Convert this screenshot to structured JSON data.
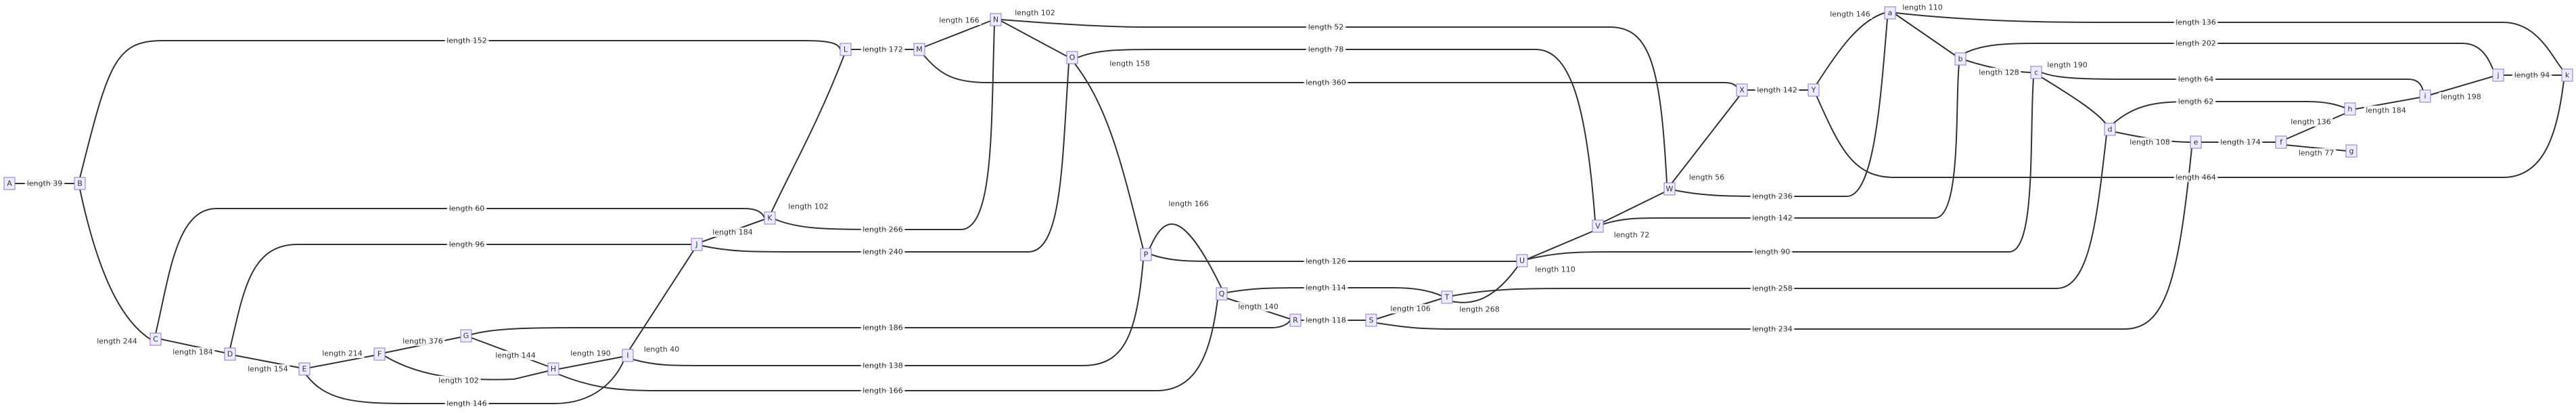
{
  "diagram": {
    "type": "graph",
    "nodes": [
      {
        "id": "A",
        "label": "A"
      },
      {
        "id": "B",
        "label": "B"
      },
      {
        "id": "C",
        "label": "C"
      },
      {
        "id": "D",
        "label": "D"
      },
      {
        "id": "E",
        "label": "E"
      },
      {
        "id": "F",
        "label": "F"
      },
      {
        "id": "G",
        "label": "G"
      },
      {
        "id": "H",
        "label": "H"
      },
      {
        "id": "I",
        "label": "I"
      },
      {
        "id": "J",
        "label": "J"
      },
      {
        "id": "K",
        "label": "K"
      },
      {
        "id": "L",
        "label": "L"
      },
      {
        "id": "M",
        "label": "M"
      },
      {
        "id": "N",
        "label": "N"
      },
      {
        "id": "O",
        "label": "O"
      },
      {
        "id": "P",
        "label": "P"
      },
      {
        "id": "Q",
        "label": "Q"
      },
      {
        "id": "R",
        "label": "R"
      },
      {
        "id": "S",
        "label": "S"
      },
      {
        "id": "T",
        "label": "T"
      },
      {
        "id": "U",
        "label": "U"
      },
      {
        "id": "V",
        "label": "V"
      },
      {
        "id": "W",
        "label": "W"
      },
      {
        "id": "X",
        "label": "X"
      },
      {
        "id": "Y",
        "label": "Y"
      },
      {
        "id": "a",
        "label": "a"
      },
      {
        "id": "b",
        "label": "b"
      },
      {
        "id": "c",
        "label": "c"
      },
      {
        "id": "d",
        "label": "d"
      },
      {
        "id": "e",
        "label": "e"
      },
      {
        "id": "f",
        "label": "f"
      },
      {
        "id": "g",
        "label": "g"
      },
      {
        "id": "h",
        "label": "h"
      },
      {
        "id": "i",
        "label": "i"
      },
      {
        "id": "j",
        "label": "j"
      },
      {
        "id": "k",
        "label": "k"
      }
    ],
    "edges": [
      {
        "from": "A",
        "to": "B",
        "label": "length 39"
      },
      {
        "from": "B",
        "to": "L",
        "label": "length 152"
      },
      {
        "from": "B",
        "to": "C",
        "label": "length 244"
      },
      {
        "from": "C",
        "to": "D",
        "label": "length 184"
      },
      {
        "from": "C",
        "to": "K",
        "label": "length 60"
      },
      {
        "from": "D",
        "to": "E",
        "label": "length 154"
      },
      {
        "from": "D",
        "to": "J",
        "label": "length 96"
      },
      {
        "from": "E",
        "to": "F",
        "label": "length 214"
      },
      {
        "from": "E",
        "to": "I",
        "label": "length 146"
      },
      {
        "from": "F",
        "to": "G",
        "label": "length 376"
      },
      {
        "from": "F",
        "to": "H",
        "label": "length 102"
      },
      {
        "from": "G",
        "to": "H",
        "label": "length 144"
      },
      {
        "from": "G",
        "to": "R",
        "label": "length 186"
      },
      {
        "from": "H",
        "to": "I",
        "label": "length 190"
      },
      {
        "from": "H",
        "to": "Q",
        "label": "length 166"
      },
      {
        "from": "I",
        "to": "J",
        "label": "length 40"
      },
      {
        "from": "I",
        "to": "P",
        "label": "length 138"
      },
      {
        "from": "J",
        "to": "K",
        "label": "length 184"
      },
      {
        "from": "J",
        "to": "O",
        "label": "length 240"
      },
      {
        "from": "K",
        "to": "L",
        "label": "length 102"
      },
      {
        "from": "K",
        "to": "N",
        "label": "length 266"
      },
      {
        "from": "L",
        "to": "M",
        "label": "length 172"
      },
      {
        "from": "M",
        "to": "N",
        "label": "length 166"
      },
      {
        "from": "M",
        "to": "X",
        "label": "length 360"
      },
      {
        "from": "N",
        "to": "O",
        "label": "length 102"
      },
      {
        "from": "N",
        "to": "W",
        "label": "length 52"
      },
      {
        "from": "O",
        "to": "P",
        "label": "length 158"
      },
      {
        "from": "O",
        "to": "V",
        "label": "length 78"
      },
      {
        "from": "P",
        "to": "Q",
        "label": "length 166"
      },
      {
        "from": "P",
        "to": "U",
        "label": "length 126"
      },
      {
        "from": "Q",
        "to": "R",
        "label": "length 140"
      },
      {
        "from": "Q",
        "to": "T",
        "label": "length 114"
      },
      {
        "from": "R",
        "to": "S",
        "label": "length 118"
      },
      {
        "from": "S",
        "to": "T",
        "label": "length 106"
      },
      {
        "from": "S",
        "to": "e",
        "label": "length 234"
      },
      {
        "from": "T",
        "to": "U",
        "label": "length 268"
      },
      {
        "from": "T",
        "to": "d",
        "label": "length 258"
      },
      {
        "from": "U",
        "to": "V",
        "label": "length 110"
      },
      {
        "from": "U",
        "to": "c",
        "label": "length 90"
      },
      {
        "from": "V",
        "to": "W",
        "label": "length 72"
      },
      {
        "from": "V",
        "to": "b",
        "label": "length 142"
      },
      {
        "from": "W",
        "to": "X",
        "label": "length 56"
      },
      {
        "from": "W",
        "to": "a",
        "label": "length 236"
      },
      {
        "from": "X",
        "to": "Y",
        "label": "length 142"
      },
      {
        "from": "Y",
        "to": "a",
        "label": "length 146"
      },
      {
        "from": "Y",
        "to": "k",
        "label": "length 464"
      },
      {
        "from": "a",
        "to": "b",
        "label": "length 110"
      },
      {
        "from": "a",
        "to": "k",
        "label": "length 136"
      },
      {
        "from": "b",
        "to": "c",
        "label": "length 128"
      },
      {
        "from": "b",
        "to": "j",
        "label": "length 202"
      },
      {
        "from": "c",
        "to": "d",
        "label": "length 190"
      },
      {
        "from": "c",
        "to": "i",
        "label": "length 64"
      },
      {
        "from": "d",
        "to": "e",
        "label": "length 108"
      },
      {
        "from": "d",
        "to": "h",
        "label": "length 62"
      },
      {
        "from": "e",
        "to": "f",
        "label": "length 174"
      },
      {
        "from": "f",
        "to": "g",
        "label": "length 77"
      },
      {
        "from": "f",
        "to": "h",
        "label": "length 136"
      },
      {
        "from": "h",
        "to": "i",
        "label": "length 184"
      },
      {
        "from": "i",
        "to": "j",
        "label": "length 198"
      },
      {
        "from": "j",
        "to": "k",
        "label": "length 94"
      }
    ]
  }
}
